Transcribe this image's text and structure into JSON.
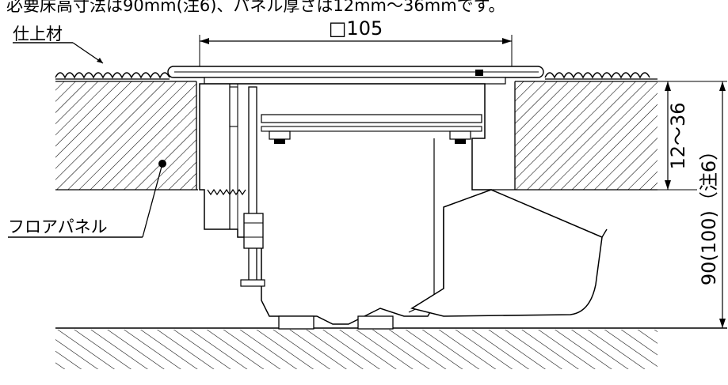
{
  "header": {
    "note": "必要床高寸法は90mm(注6)、パネル厚さは12mm〜36mmです。"
  },
  "labels": {
    "finish_material": "仕上材",
    "floor_panel": "フロアパネル"
  },
  "dimensions": {
    "width": "□105",
    "panel_thickness": "12〜36",
    "floor_height": "90(100)（注6）"
  },
  "colors": {
    "line": "#000000",
    "background": "#ffffff"
  }
}
